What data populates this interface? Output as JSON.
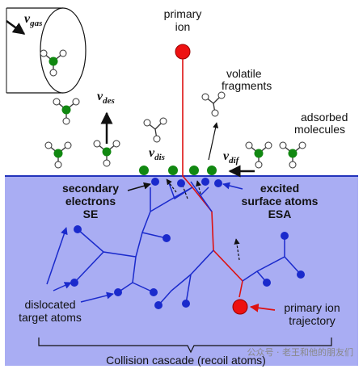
{
  "labels": {
    "v_gas": {
      "sym": "v",
      "sub": "gas"
    },
    "v_des": {
      "sym": "v",
      "sub": "des"
    },
    "v_dis": {
      "sym": "v",
      "sub": "dis"
    },
    "v_dif": {
      "sym": "v",
      "sub": "dif"
    },
    "primary_ion": [
      "primary",
      "ion"
    ],
    "volatile_fragments": [
      "volatile",
      "fragments"
    ],
    "adsorbed_molecules": [
      "adsorbed",
      "molecules"
    ],
    "secondary_electrons": [
      "secondary",
      "electrons",
      "SE"
    ],
    "excited_surface_atoms": [
      "excited",
      "surface atoms",
      "ESA"
    ],
    "dislocated_target_atoms": [
      "dislocated",
      "target atoms"
    ],
    "primary_ion_trajectory": [
      "primary ion",
      "trajectory"
    ],
    "collision_cascade": "Collision cascade (recoil atoms)",
    "watermark": "公众号 · 老王和他的朋友们"
  },
  "colors": {
    "substrate": "#a9adf3",
    "surface_line": "#2233bb",
    "ion_path": "#dd1111",
    "cascade": "#1a2acc",
    "molecule_center": "#118811",
    "molecule_h": "#ffffff"
  }
}
